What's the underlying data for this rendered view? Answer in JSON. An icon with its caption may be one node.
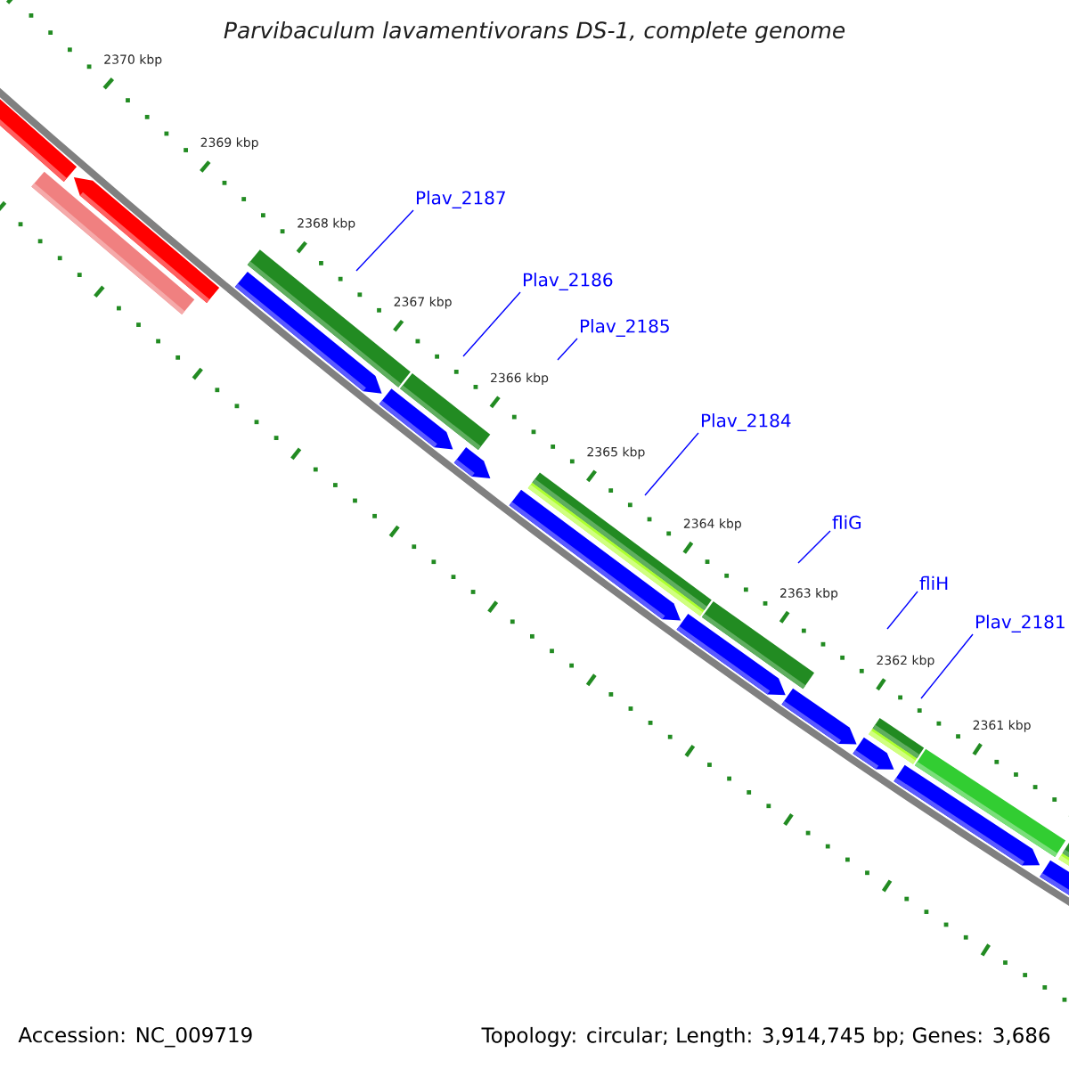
{
  "diagram": {
    "title": "Parvibaculum lavamentivorans DS-1, complete genome",
    "nodes": [
      {
        "text": [
          "Plav_2187"
        ]
      },
      {
        "text": [
          "Plav_2186"
        ]
      },
      {
        "text": [
          "Plav_2185"
        ]
      },
      {
        "text": [
          "Plav_2184"
        ]
      },
      {
        "text": [
          "fliG"
        ]
      },
      {
        "text": [
          "fliH"
        ]
      },
      {
        "text": [
          "Plav_2181"
        ]
      }
    ],
    "edges": [
      {
        "from": 0,
        "to": null,
        "arrow": "none"
      },
      {
        "from": 1,
        "to": null,
        "arrow": "none"
      },
      {
        "from": 2,
        "to": null,
        "arrow": "none"
      },
      {
        "from": 3,
        "to": null,
        "arrow": "none"
      },
      {
        "from": 4,
        "to": null,
        "arrow": "none"
      },
      {
        "from": 5,
        "to": null,
        "arrow": "none"
      },
      {
        "from": 6,
        "to": null,
        "arrow": "none"
      }
    ],
    "labels": [
      "2370 kbp",
      "2369 kbp",
      "2368 kbp",
      "2367 kbp",
      "2366 kbp",
      "2365 kbp",
      "2364 kbp",
      "2363 kbp",
      "2362 kbp",
      "2361 kbp",
      "Accession: NC_009719",
      "Topology: circular; Length: 3,914,745 bp; Genes: 3,686"
    ]
  }
}
